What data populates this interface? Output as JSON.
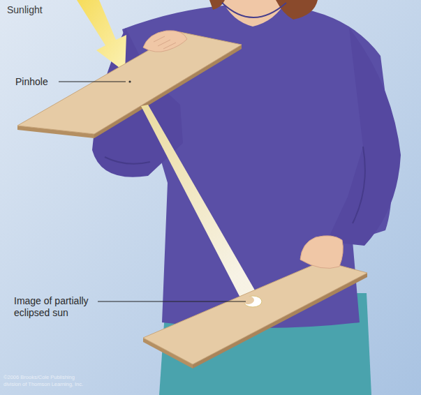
{
  "diagram": {
    "labels": [
      "Sunlight",
      "Pinhole",
      "Image of partially eclipsed sun",
      "©2006 Brooks/Cole Publishing",
      "division of Thomson Learning, Inc."
    ]
  }
}
